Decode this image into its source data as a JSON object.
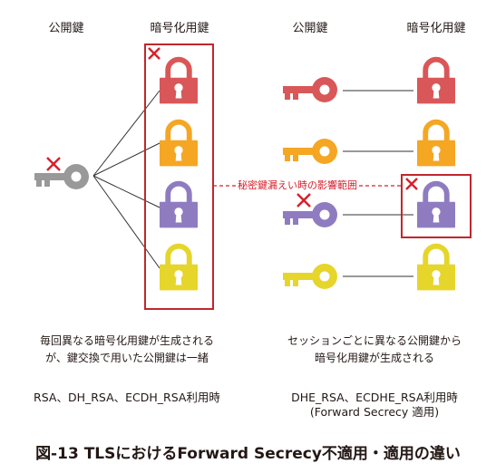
{
  "left_panel": {
    "public_key_header": "公開鍵",
    "encryption_key_header": "暗号化用鍵",
    "description": [
      "毎回異なる暗号化用鍵が生成される",
      "が、鍵交換で用いた公開鍵は一緒"
    ],
    "cipher_suites": "RSA、DH_RSA、ECDH_RSA利用時"
  },
  "right_panel": {
    "public_key_header": "公開鍵",
    "encryption_key_header": "暗号化用鍵",
    "description": [
      "セッションごとに異なる公開鍵から",
      "暗号化用鍵が生成される"
    ],
    "cipher_suites": [
      "DHE_RSA、ECDHE_RSA利用時",
      "(Forward Secrecy 適用)"
    ]
  },
  "leak_label": "秘密鍵漏えい時の影響範囲",
  "caption": "図-13 TLSにおけるForward Secrecy不適用・適用の違い",
  "colors": {
    "red": "#d95758",
    "orange": "#f5a623",
    "purple": "#8f7cc0",
    "yellow": "#e6d52a",
    "gray": "#999999",
    "highlight": "#c0272d"
  },
  "icons": [
    "key-icon",
    "padlock-icon",
    "cross-mark-icon"
  ]
}
